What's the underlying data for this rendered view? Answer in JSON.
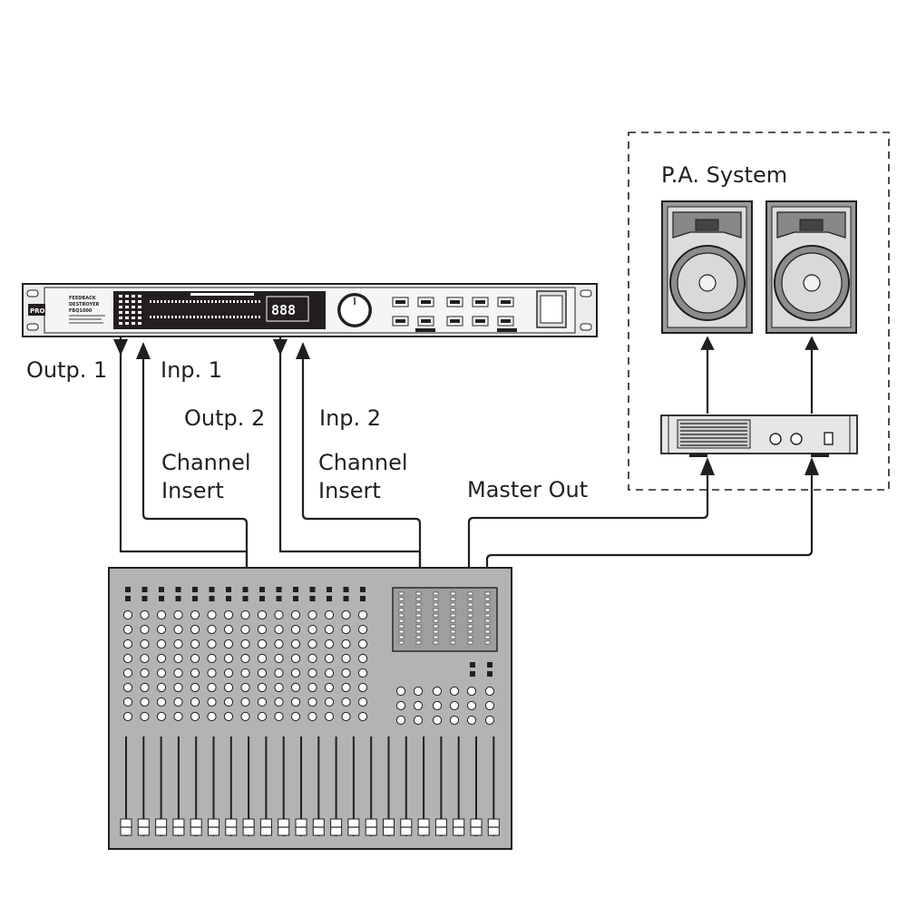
{
  "labels": {
    "outp1": "Outp. 1",
    "inp1": "Inp. 1",
    "outp2": "Outp. 2",
    "inp2": "Inp. 2",
    "channel_insert_1": [
      "Channel",
      "Insert"
    ],
    "channel_insert_2": [
      "Channel",
      "Insert"
    ],
    "master_out": "Master Out",
    "pa_system": "P.A. System"
  },
  "processor": {
    "name_lines": [
      "FEEDBACK",
      "DESTROYER",
      "FBQ1000"
    ],
    "logo": "PRO",
    "display": "888"
  },
  "colors": {
    "ink": "#231f20",
    "device_fill": "#e6e6e6",
    "mixer_fill": "#b3b3b3",
    "speaker_fill": "#9a9a9a"
  }
}
